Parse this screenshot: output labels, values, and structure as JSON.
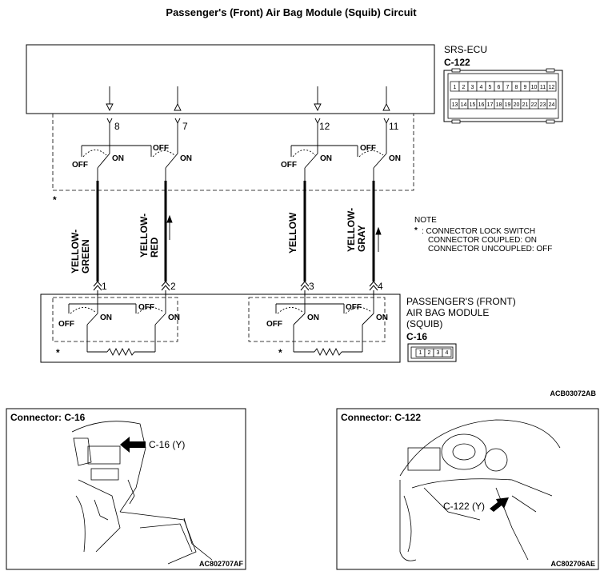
{
  "title": "Passenger's (Front) Air Bag Module (Squib) Circuit",
  "ecu": {
    "name": "SRS-ECU",
    "connector": "C-122",
    "top_pins": [
      "1",
      "2",
      "3",
      "4",
      "5",
      "6",
      "7",
      "8",
      "9",
      "10",
      "11",
      "12"
    ],
    "bottom_pins": [
      "13",
      "14",
      "15",
      "16",
      "17",
      "18",
      "19",
      "20",
      "21",
      "22",
      "23",
      "24"
    ]
  },
  "ecu_pins": [
    "8",
    "7",
    "12",
    "11"
  ],
  "switch_labels": {
    "off": "OFF",
    "on": "ON"
  },
  "wires": [
    "YELLOW-\nGREEN",
    "YELLOW-\nRED",
    "YELLOW",
    "YELLOW-\nGRAY"
  ],
  "module_pins": [
    "1",
    "2",
    "3",
    "4"
  ],
  "module": {
    "name_lines": [
      "PASSENGER'S (FRONT)",
      "AIR BAG MODULE",
      "(SQUIB)"
    ],
    "connector": "C-16",
    "pins": [
      "1",
      "2",
      "3",
      "4"
    ]
  },
  "note": {
    "heading": "NOTE",
    "marker": "*",
    "lines": [
      ": CONNECTOR LOCK SWITCH",
      "CONNECTOR COUPLED: ON",
      "CONNECTOR UNCOUPLED: OFF"
    ]
  },
  "asterisk": "*",
  "figure_code": "ACB03072AB",
  "panel_left": {
    "title": "Connector: C-16",
    "callout": "C-16 (Y)",
    "code": "AC802707AF"
  },
  "panel_right": {
    "title": "Connector: C-122",
    "callout": "C-122 (Y)",
    "code": "AC802706AE"
  }
}
